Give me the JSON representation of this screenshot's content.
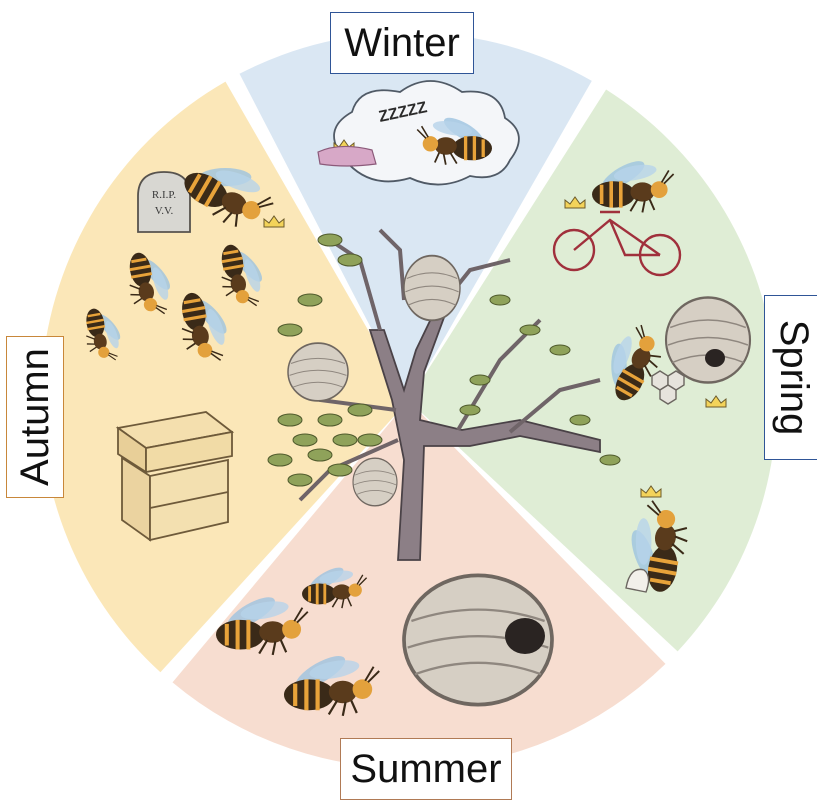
{
  "diagram": {
    "title": "",
    "seasons": [
      {
        "id": "winter",
        "label": "Winter",
        "color": "#dae7f3"
      },
      {
        "id": "spring",
        "label": "Spring",
        "color": "#dfedd5"
      },
      {
        "id": "summer",
        "label": "Summer",
        "color": "#f7ddd0"
      },
      {
        "id": "autumn",
        "label": "Autumn",
        "color": "#fbe7b8"
      }
    ],
    "tombstone_text": "R.I.P. V.V.",
    "sleep_text": "ZZZZZ",
    "accent_colors": {
      "hornet_body": "#3a2a18",
      "hornet_stripe": "#e8a33a",
      "wing": "#9cc3e0",
      "nest": "#c9c0b2",
      "tree": "#8c7f86",
      "leaf": "#8fa25a"
    },
    "icons": [
      "hornet-icon",
      "crown-icon",
      "nest-icon",
      "tree-icon",
      "beehive-icon",
      "tombstone-icon",
      "bicycle-icon",
      "larva-icon",
      "honeycomb-icon",
      "cloud-icon"
    ]
  }
}
